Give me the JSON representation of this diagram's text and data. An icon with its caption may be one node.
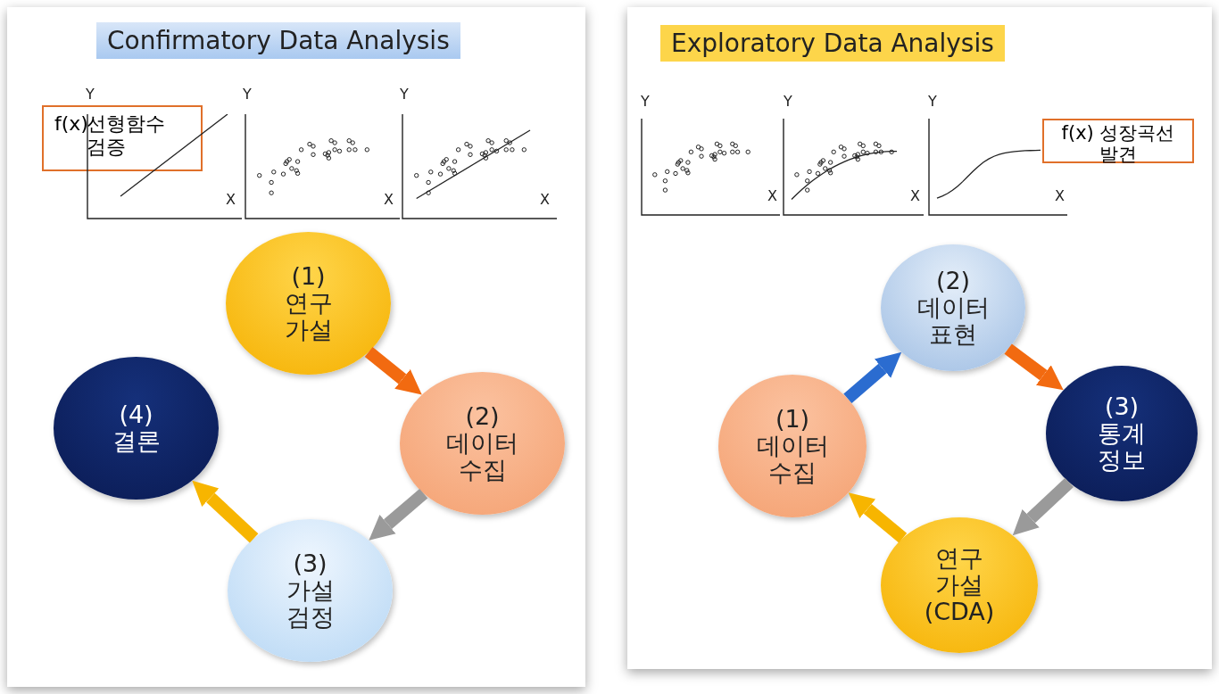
{
  "diagram": {
    "nodes": [
      {
        "text": [
          "Confirmatory Data Analysis"
        ]
      },
      {
        "text": [
          "f(x)",
          "선형함수 검증"
        ],
        "in": 0
      },
      {
        "text": [
          "(1) 연구 가설"
        ],
        "in": 0
      },
      {
        "text": [
          "(2) 데이터 수집"
        ],
        "in": 0
      },
      {
        "text": [
          "(3) 가설 검정"
        ],
        "in": 0
      },
      {
        "text": [
          "(4) 결론"
        ],
        "in": 0
      },
      {
        "text": [
          "Exploratory Data Analysis"
        ]
      },
      {
        "text": [
          "f(x) 성장곡선 발견"
        ],
        "in": 6
      },
      {
        "text": [
          "(2) 데이터 표현"
        ],
        "in": 6
      },
      {
        "text": [
          "(3) 통계 정보"
        ],
        "in": 6
      },
      {
        "text": [
          "연구 가설 (CDA)"
        ],
        "in": 6
      },
      {
        "text": [
          "(1) 데이터 수집"
        ],
        "in": 6
      }
    ],
    "edges": [
      {
        "from": 2,
        "to": 3,
        "arrow": "to",
        "color": "#f26a10"
      },
      {
        "from": 3,
        "to": 4,
        "arrow": "to",
        "color": "#9a9a9a"
      },
      {
        "from": 4,
        "to": 5,
        "arrow": "to",
        "color": "#f7b500"
      },
      {
        "from": 11,
        "to": 8,
        "arrow": "to",
        "color": "#2b6cd0"
      },
      {
        "from": 8,
        "to": 9,
        "arrow": "to",
        "color": "#f26a10"
      },
      {
        "from": 9,
        "to": 10,
        "arrow": "to",
        "color": "#9a9a9a"
      },
      {
        "from": 10,
        "to": 11,
        "arrow": "to",
        "color": "#f7b500"
      }
    ],
    "labels": [
      "Y",
      "X",
      "Y",
      "X",
      "Y",
      "X",
      "Y",
      "X",
      "Y",
      "X",
      "Y",
      "X"
    ]
  }
}
